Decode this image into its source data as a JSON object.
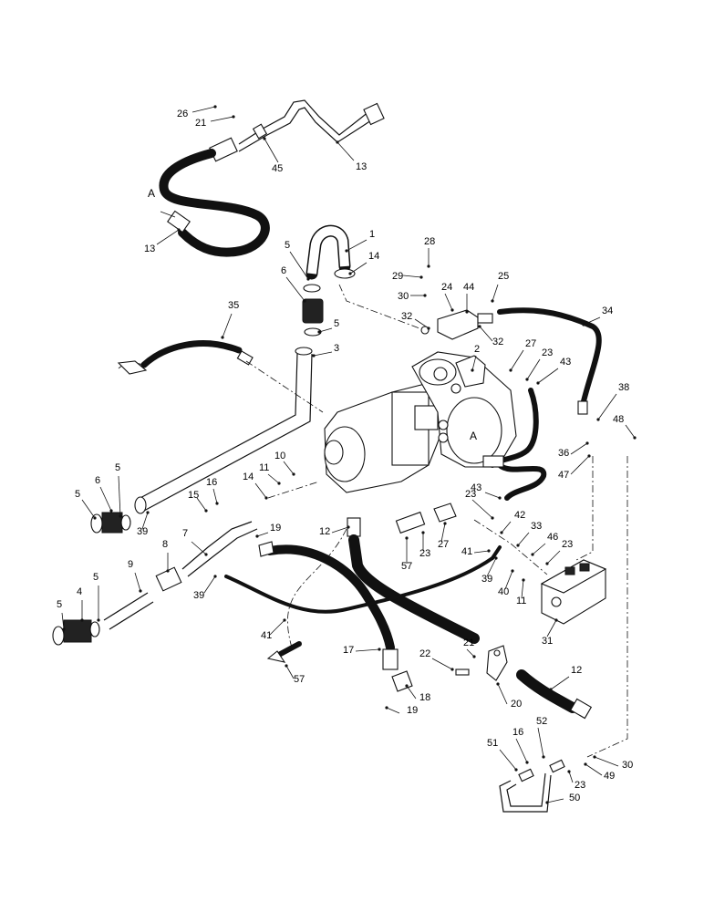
{
  "diagram": {
    "reference_mark": "A",
    "callouts": [
      {
        "id": "c-26",
        "label": "26"
      },
      {
        "id": "c-21a",
        "label": "21"
      },
      {
        "id": "c-45",
        "label": "45"
      },
      {
        "id": "c-13a",
        "label": "13"
      },
      {
        "id": "c-13b",
        "label": "13"
      },
      {
        "id": "c-1",
        "label": "1"
      },
      {
        "id": "c-5a",
        "label": "5"
      },
      {
        "id": "c-14a",
        "label": "14"
      },
      {
        "id": "c-6a",
        "label": "6"
      },
      {
        "id": "c-5b",
        "label": "5"
      },
      {
        "id": "c-3",
        "label": "3"
      },
      {
        "id": "c-35",
        "label": "35"
      },
      {
        "id": "c-28",
        "label": "28"
      },
      {
        "id": "c-29",
        "label": "29"
      },
      {
        "id": "c-30a",
        "label": "30"
      },
      {
        "id": "c-24",
        "label": "24"
      },
      {
        "id": "c-44",
        "label": "44"
      },
      {
        "id": "c-25",
        "label": "25"
      },
      {
        "id": "c-32a",
        "label": "32"
      },
      {
        "id": "c-32b",
        "label": "32"
      },
      {
        "id": "c-34",
        "label": "34"
      },
      {
        "id": "c-2",
        "label": "2"
      },
      {
        "id": "c-27a",
        "label": "27"
      },
      {
        "id": "c-23a",
        "label": "23"
      },
      {
        "id": "c-43a",
        "label": "43"
      },
      {
        "id": "c-38",
        "label": "38"
      },
      {
        "id": "c-48",
        "label": "48"
      },
      {
        "id": "c-36",
        "label": "36"
      },
      {
        "id": "c-47",
        "label": "47"
      },
      {
        "id": "c-43b",
        "label": "43"
      },
      {
        "id": "c-10",
        "label": "10"
      },
      {
        "id": "c-11a",
        "label": "11"
      },
      {
        "id": "c-14b",
        "label": "14"
      },
      {
        "id": "c-16a",
        "label": "16"
      },
      {
        "id": "c-15",
        "label": "15"
      },
      {
        "id": "c-5c",
        "label": "5"
      },
      {
        "id": "c-6b",
        "label": "6"
      },
      {
        "id": "c-5d",
        "label": "5"
      },
      {
        "id": "c-39a",
        "label": "39"
      },
      {
        "id": "c-7",
        "label": "7"
      },
      {
        "id": "c-19a",
        "label": "19"
      },
      {
        "id": "c-12a",
        "label": "12"
      },
      {
        "id": "c-23b",
        "label": "23"
      },
      {
        "id": "c-42",
        "label": "42"
      },
      {
        "id": "c-33",
        "label": "33"
      },
      {
        "id": "c-46",
        "label": "46"
      },
      {
        "id": "c-23c",
        "label": "23"
      },
      {
        "id": "c-57a",
        "label": "57"
      },
      {
        "id": "c-23d",
        "label": "23"
      },
      {
        "id": "c-27b",
        "label": "27"
      },
      {
        "id": "c-41a",
        "label": "41"
      },
      {
        "id": "c-39b",
        "label": "39"
      },
      {
        "id": "c-40",
        "label": "40"
      },
      {
        "id": "c-11b",
        "label": "11"
      },
      {
        "id": "c-8",
        "label": "8"
      },
      {
        "id": "c-9",
        "label": "9"
      },
      {
        "id": "c-5e",
        "label": "5"
      },
      {
        "id": "c-4",
        "label": "4"
      },
      {
        "id": "c-5f",
        "label": "5"
      },
      {
        "id": "c-39c",
        "label": "39"
      },
      {
        "id": "c-31",
        "label": "31"
      },
      {
        "id": "c-41b",
        "label": "41"
      },
      {
        "id": "c-17",
        "label": "17"
      },
      {
        "id": "c-22",
        "label": "22"
      },
      {
        "id": "c-21b",
        "label": "21"
      },
      {
        "id": "c-12b",
        "label": "12"
      },
      {
        "id": "c-57b",
        "label": "57"
      },
      {
        "id": "c-18",
        "label": "18"
      },
      {
        "id": "c-20",
        "label": "20"
      },
      {
        "id": "c-19b",
        "label": "19"
      },
      {
        "id": "c-52",
        "label": "52"
      },
      {
        "id": "c-16b",
        "label": "16"
      },
      {
        "id": "c-51",
        "label": "51"
      },
      {
        "id": "c-30b",
        "label": "30"
      },
      {
        "id": "c-49",
        "label": "49"
      },
      {
        "id": "c-23e",
        "label": "23"
      },
      {
        "id": "c-50",
        "label": "50"
      }
    ]
  }
}
